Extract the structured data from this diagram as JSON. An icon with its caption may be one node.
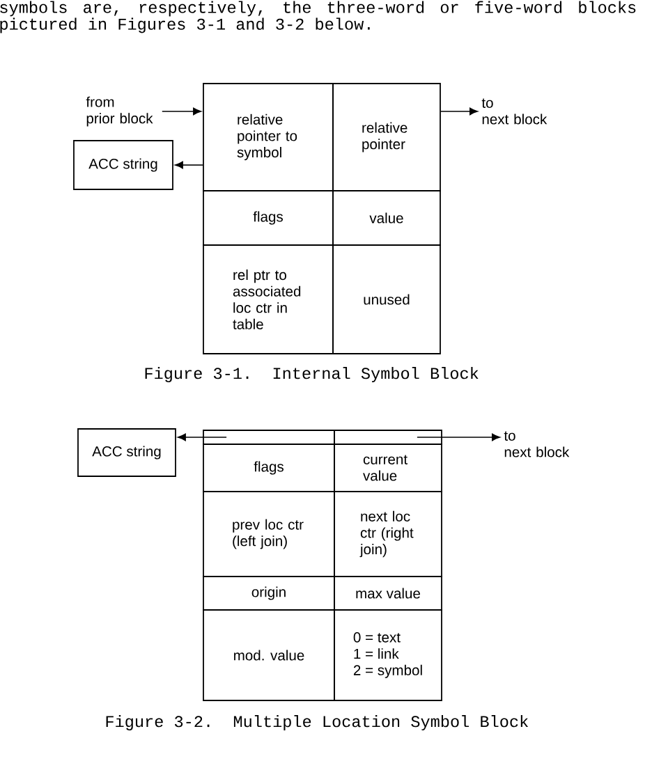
{
  "diagram": {
    "nodes": [
      {
        "text": [
          "from prior block"
        ]
      },
      {
        "text": [
          "relative pointer to symbol"
        ]
      },
      {
        "text": [
          "relative pointer"
        ]
      },
      {
        "text": [
          "to next block"
        ]
      },
      {
        "text": [
          "ACC string"
        ]
      },
      {
        "text": [
          "flags"
        ]
      },
      {
        "text": [
          "value"
        ]
      },
      {
        "text": [
          "rel ptr to associated loc ctr in table"
        ]
      },
      {
        "text": [
          "unused"
        ]
      },
      {
        "text": [
          "ACC string"
        ]
      },
      {
        "text": [],
        "shape": "box"
      },
      {
        "text": [],
        "shape": "box"
      },
      {
        "text": [
          "to next block"
        ]
      },
      {
        "text": [
          "flags"
        ]
      },
      {
        "text": [
          "current value"
        ]
      },
      {
        "text": [
          "prev loc ctr (left join)"
        ]
      },
      {
        "text": [
          "next loc ctr (right join)"
        ]
      },
      {
        "text": [
          "origin"
        ]
      },
      {
        "text": [
          "max value"
        ]
      },
      {
        "text": [
          "mod. value"
        ]
      },
      {
        "text": [
          "0 = text",
          "1 = link",
          "2 = symbol"
        ]
      }
    ],
    "edges": [
      {
        "from": 0,
        "to": 1,
        "arrow": "to"
      },
      {
        "from": 1,
        "to": 4,
        "arrow": "to"
      },
      {
        "from": 2,
        "to": 3,
        "arrow": "to"
      },
      {
        "from": 10,
        "to": 9,
        "arrow": "to"
      },
      {
        "from": 11,
        "to": 12,
        "arrow": "to"
      }
    ],
    "labels": [
      "symbols are, respectively, the three-word or five-word blocks pictured in Figures 3-1 and 3-2 below.",
      "Figure 3-1. Internal Symbol Block",
      "Figure 3-2. Multiple Location Symbol Block"
    ]
  }
}
